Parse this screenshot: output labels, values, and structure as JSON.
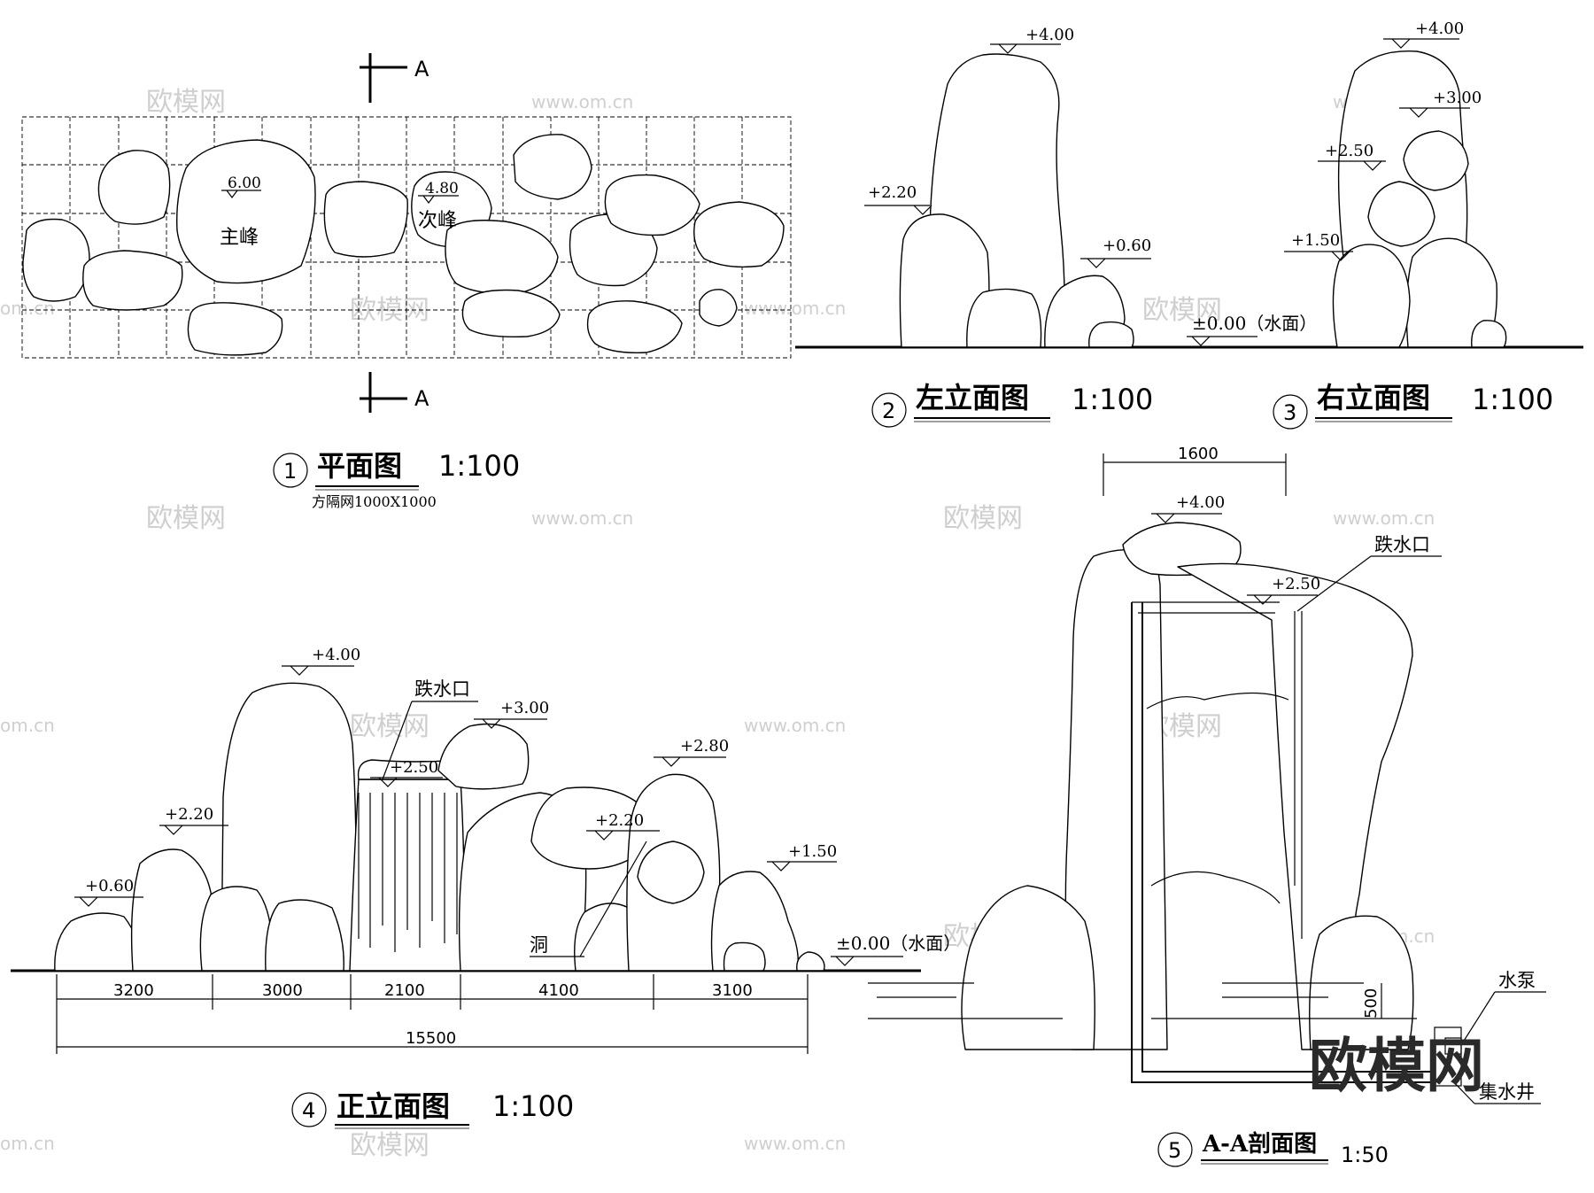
{
  "plan": {
    "title": "平面图",
    "scale": "1:100",
    "number": "1",
    "grid_note": "方隔网1000X1000",
    "section_mark": "A",
    "elev_main": "6.00",
    "elev_secondary": "4.80",
    "label_main": "主峰",
    "label_secondary": "次峰"
  },
  "left_elevation": {
    "title": "左立面图",
    "scale": "1:100",
    "number": "2",
    "elevations": [
      "+4.00",
      "+2.20",
      "+0.60"
    ]
  },
  "right_elevation": {
    "title": "右立面图",
    "scale": "1:100",
    "number": "3",
    "elevations": [
      "+4.00",
      "+3.00",
      "+2.50",
      "+1.50"
    ],
    "water_level": "±0.00（水面）"
  },
  "front_elevation": {
    "title": "正立面图",
    "scale": "1:100",
    "number": "4",
    "elevations": [
      "+4.00",
      "+3.00",
      "+2.80",
      "+2.50",
      "+2.20",
      "+2.20",
      "+1.50",
      "+0.60"
    ],
    "waterfall_label": "跌水口",
    "cave_label": "洞",
    "water_level": "±0.00（水面）",
    "dimensions": [
      "3200",
      "3000",
      "2100",
      "4100",
      "3100"
    ],
    "total_dimension": "15500"
  },
  "section": {
    "title": "A-A剖面图",
    "scale": "1:50",
    "number": "5",
    "width_dimension": "1600",
    "elevations": [
      "+4.00",
      "+2.50"
    ],
    "waterfall_label": "跌水口",
    "pool_depth": "500",
    "pump_label": "水泵",
    "sump_label": "集水井"
  },
  "watermarks": {
    "brand": "欧模网",
    "url": "www.om.cn",
    "url_short": "om.cn"
  }
}
